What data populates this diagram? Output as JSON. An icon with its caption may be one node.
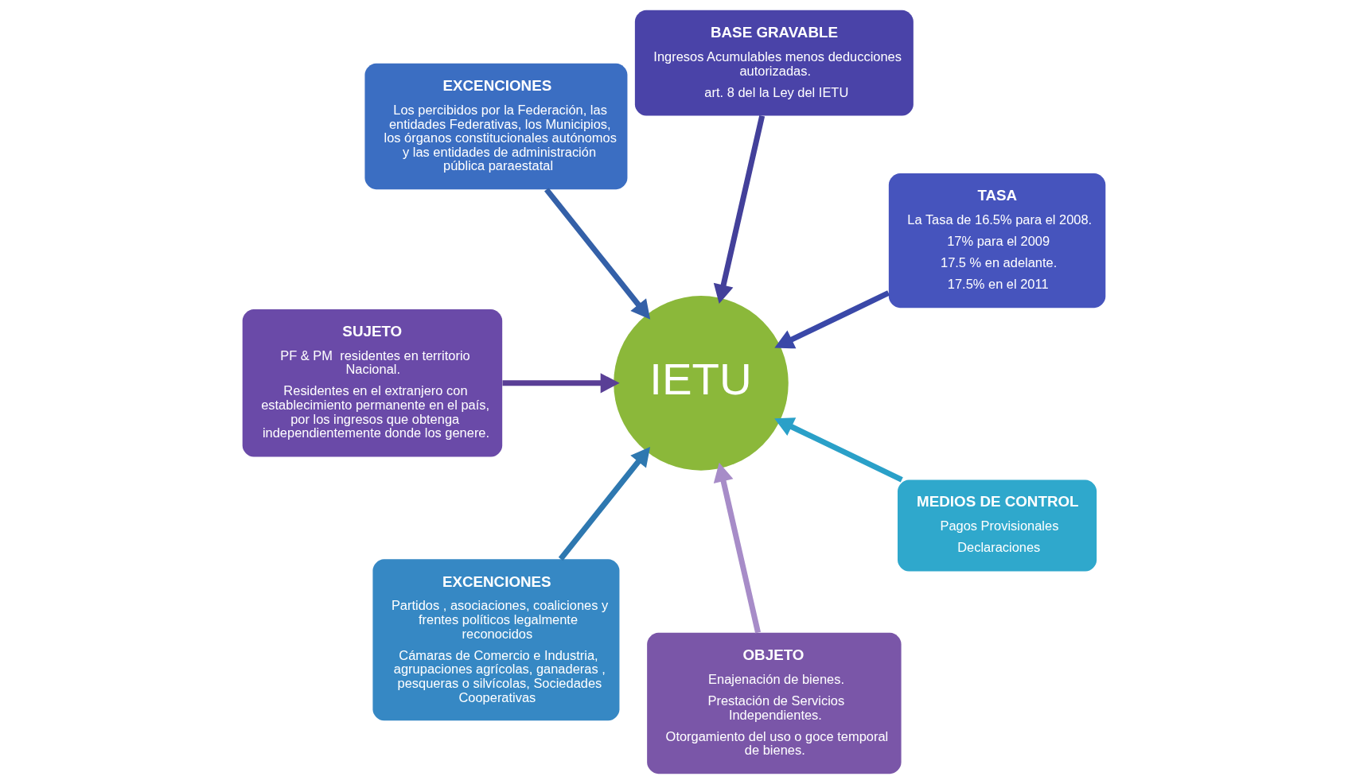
{
  "diagram": {
    "nodes": [
      {
        "text": [
          "TASA",
          "La Tasa de 16.5% para el 2008.",
          "17% para el 2009",
          "17.5 % en adelante.",
          "17.5% en el 2011"
        ]
      },
      {
        "text": [
          "BASE GRAVABLE",
          "Ingresos Acumulables menos deducciones autorizadas.",
          "art. 8 del la Ley del IETU"
        ]
      },
      {
        "text": [
          "EXCENCIONES",
          "Los percibidos por la Federación, las entidades Federativas, los Municipios, los órganos constitucionales autónomos y las entidades de administración pública paraestatal"
        ]
      },
      {
        "text": [
          "SUJETO",
          "PF & PM  residentes en territorio Nacional.",
          "Residentes en el extranjero con establecimiento permanente en el país, por los ingresos que obtenga independientemente donde los genere."
        ]
      },
      {
        "text": [
          "EXCENCIONES",
          "Partidos , asociaciones, coaliciones y frentes políticos legalmente reconocidos",
          "Cámaras de Comercio e Industria, agrupaciones agrícolas, ganaderas , pesqueras o silvícolas, Sociedades Cooperativas"
        ]
      },
      {
        "text": [
          "OBJETO",
          "Enajenación de bienes.",
          "Prestación de Servicios Independientes.",
          "Otorgamiento del uso o goce temporal de bienes."
        ]
      },
      {
        "text": [
          "IETU"
        ]
      },
      {
        "text": [
          "MEDIOS DE CONTROL",
          "Pagos Provisionales",
          "Declaraciones"
        ]
      }
    ],
    "edges": [
      {
        "from": 0,
        "to": 6,
        "arrow": "to",
        "color": "#3a48a8"
      },
      {
        "from": 1,
        "to": 6,
        "arrow": "to",
        "color": "#43409a"
      },
      {
        "from": 2,
        "to": 6,
        "arrow": "to",
        "color": "#3460a8"
      },
      {
        "from": 3,
        "to": 6,
        "arrow": "to",
        "color": "#5a3f96"
      },
      {
        "from": 4,
        "to": 6,
        "arrow": "to",
        "color": "#2e78b0"
      },
      {
        "from": 5,
        "to": 6,
        "arrow": "to",
        "color": "#a78cc8"
      },
      {
        "from": 7,
        "to": 6,
        "arrow": "to",
        "color": "#2aa0c8"
      }
    ]
  }
}
